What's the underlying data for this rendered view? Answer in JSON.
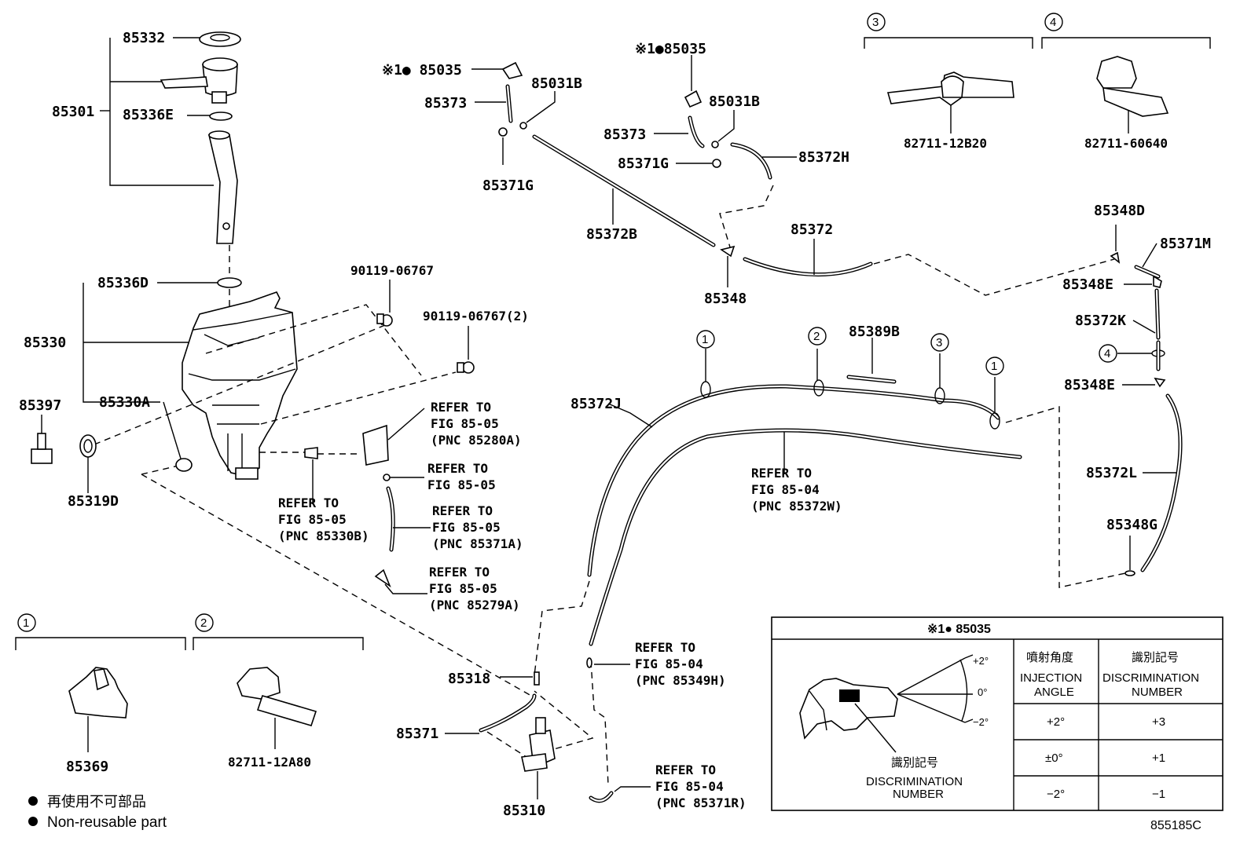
{
  "figure_code": "855185C",
  "parts": {
    "p85332": "85332",
    "p85301": "85301",
    "p85336E": "85336E",
    "p85336D": "85336D",
    "p85330": "85330",
    "p85330A": "85330A",
    "p85397": "85397",
    "p85319D": "85319D",
    "p90119a": "90119-06767",
    "p90119b": "90119-06767(2)",
    "p85035a": "※1● 85035",
    "p85035b": "※1●85035",
    "p85373a": "85373",
    "p85373b": "85373",
    "p85031Ba": "85031B",
    "p85031Bb": "85031B",
    "p85371Ga": "85371G",
    "p85371Gb": "85371G",
    "p85372B": "85372B",
    "p85372H": "85372H",
    "p85372": "85372",
    "p85348": "85348",
    "p85348D": "85348D",
    "p85371M": "85371M",
    "p85348Ea": "85348E",
    "p85348Eb": "85348E",
    "p85372K": "85372K",
    "p85372L": "85372L",
    "p85348G": "85348G",
    "p85389B": "85389B",
    "p85372J": "85372J",
    "p85318": "85318",
    "p85371": "85371",
    "p85310": "85310",
    "p85369": "85369",
    "p8271112A80": "82711-12A80",
    "p8271112B20": "82711-12B20",
    "p8271160640": "82711-60640"
  },
  "refs": {
    "r1": [
      "REFER TO",
      "FIG 85-05",
      "(PNC 85280A)"
    ],
    "r2": [
      "REFER TO",
      "FIG 85-05"
    ],
    "r3": [
      "REFER TO",
      "FIG 85-05",
      "(PNC 85330B)"
    ],
    "r4": [
      "REFER TO",
      "FIG 85-05",
      "(PNC 85371A)"
    ],
    "r5": [
      "REFER TO",
      "FIG 85-05",
      "(PNC 85279A)"
    ],
    "r6": [
      "REFER TO",
      "FIG 85-04",
      "(PNC 85372W)"
    ],
    "r7": [
      "REFER TO",
      "FIG 85-04",
      "(PNC 85349H)"
    ],
    "r8": [
      "REFER TO",
      "FIG 85-04",
      "(PNC 85371R)"
    ]
  },
  "callouts": {
    "c1": "1",
    "c2": "2",
    "c3": "3",
    "c4": "4"
  },
  "legend": {
    "jp": "再使用不可部品",
    "en": "Non-reusable part"
  },
  "table": {
    "title": "※1● 85035",
    "col1_jp": "噴射角度",
    "col1_en1": "INJECTION",
    "col1_en2": "ANGLE",
    "col2_jp": "識別記号",
    "col2_en1": "DISCRIMINATION",
    "col2_en2": "NUMBER",
    "rows": [
      {
        "angle": "+2°",
        "number": "+3"
      },
      {
        "angle": "±0°",
        "number": "+1"
      },
      {
        "angle": "−2°",
        "number": "−1"
      }
    ],
    "diagram_angles": [
      "+2°",
      "0°",
      "−2°"
    ],
    "mark_jp": "識別記号",
    "mark_en1": "DISCRIMINATION",
    "mark_en2": "NUMBER"
  }
}
